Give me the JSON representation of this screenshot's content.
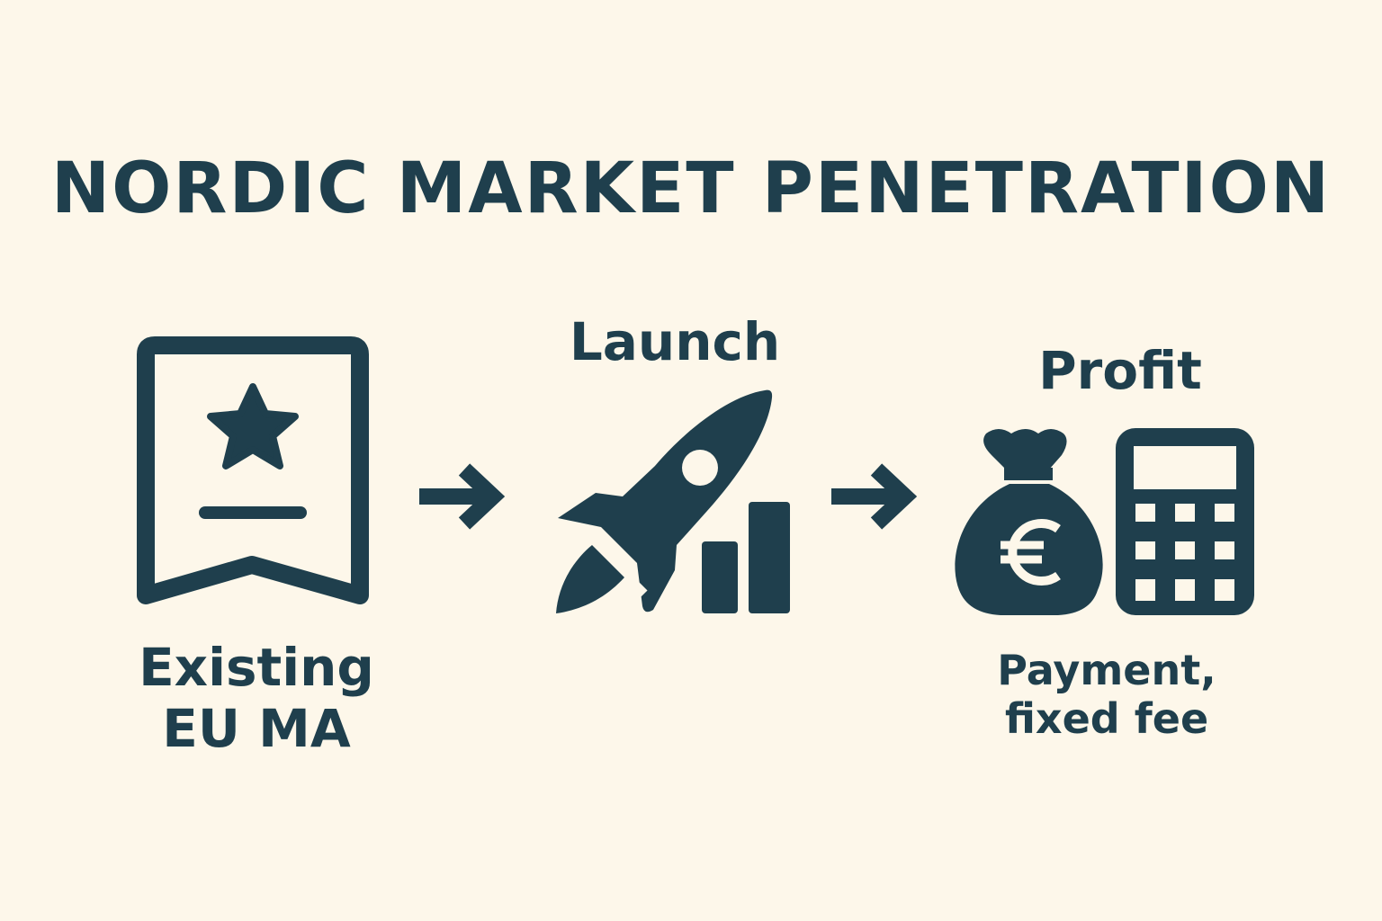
{
  "title": "NORDIC MARKET PENETRATION",
  "colors": {
    "background": "#fdf7ea",
    "ink": "#1f3f4d"
  },
  "steps": [
    {
      "icon": "certificate-star-ribbon-icon",
      "label_lines": [
        "Existing",
        "EU MA"
      ]
    },
    {
      "icon": "rocket-growth-chart-icon",
      "label_lines": [
        "Launch"
      ]
    },
    {
      "icon": "euro-money-bag-calculator-icon",
      "label_lines": [
        "Profit"
      ],
      "sublabel_lines": [
        "Payment,",
        "fixed fee"
      ]
    }
  ],
  "connectors": [
    "arrow-right-icon",
    "arrow-right-icon"
  ]
}
